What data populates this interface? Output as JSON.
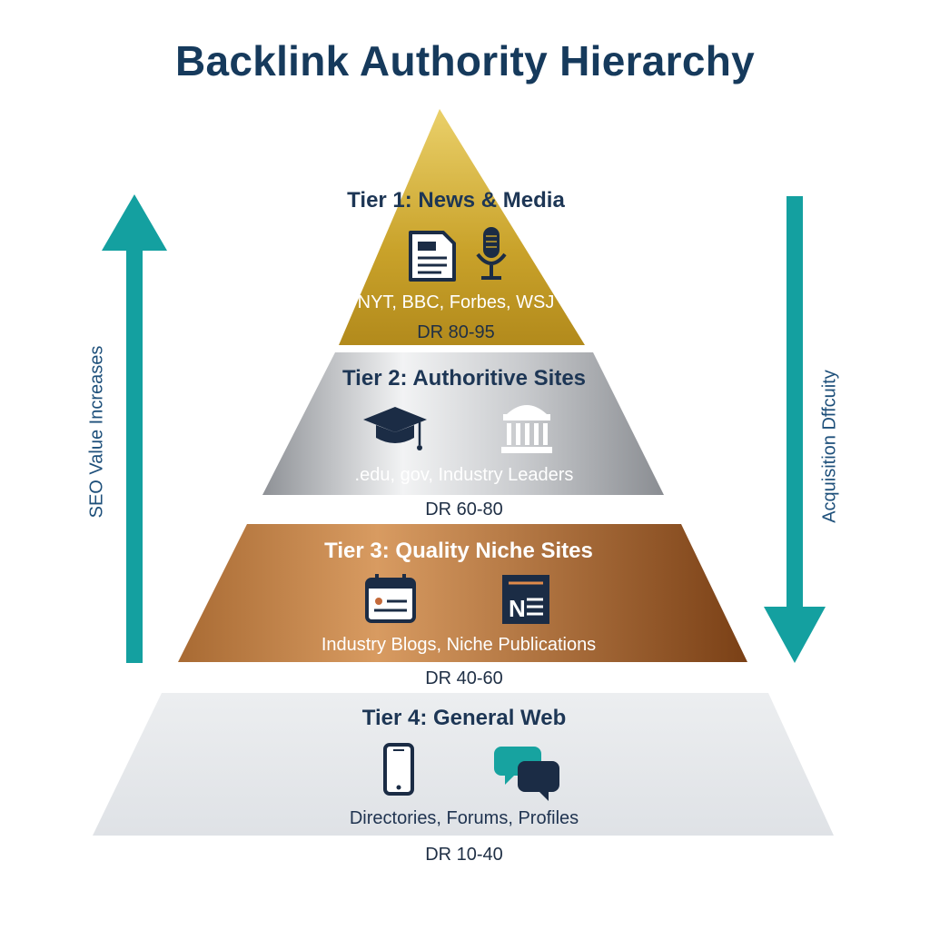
{
  "title": "Backlink Authority Hierarchy",
  "left_axis": {
    "label": "SEO Value Increases"
  },
  "right_axis": {
    "label": "Acquisition Dffcuity"
  },
  "colors": {
    "title": "#163a5c",
    "arrow": "#14a0a0",
    "tier1": "#c9a22a",
    "tier2": "#a8aaad",
    "tier3": "#a9652c",
    "tier4": "#e4e6e9"
  },
  "tiers": [
    {
      "name": "Tier 1: News & Media",
      "description": "NYT, BBC, Forbes, WSJ",
      "dr": "DR 80-95",
      "icons": [
        "newspaper-icon",
        "microphone-icon"
      ]
    },
    {
      "name": "Tier 2: Authoritive Sites",
      "description": ".edu, gov, Industry Leaders",
      "dr": "DR 60-80",
      "icons": [
        "graduation-cap-icon",
        "government-building-icon"
      ]
    },
    {
      "name": "Tier 3: Quality Niche Sites",
      "description": "Industry Blogs, Niche Publications",
      "dr": "DR 40-60",
      "icons": [
        "calendar-card-icon",
        "news-publication-icon"
      ]
    },
    {
      "name": "Tier 4: General Web",
      "description": "Directories, Forums, Profiles",
      "dr": "DR 10-40",
      "icons": [
        "smartphone-icon",
        "chat-bubbles-icon"
      ]
    }
  ]
}
